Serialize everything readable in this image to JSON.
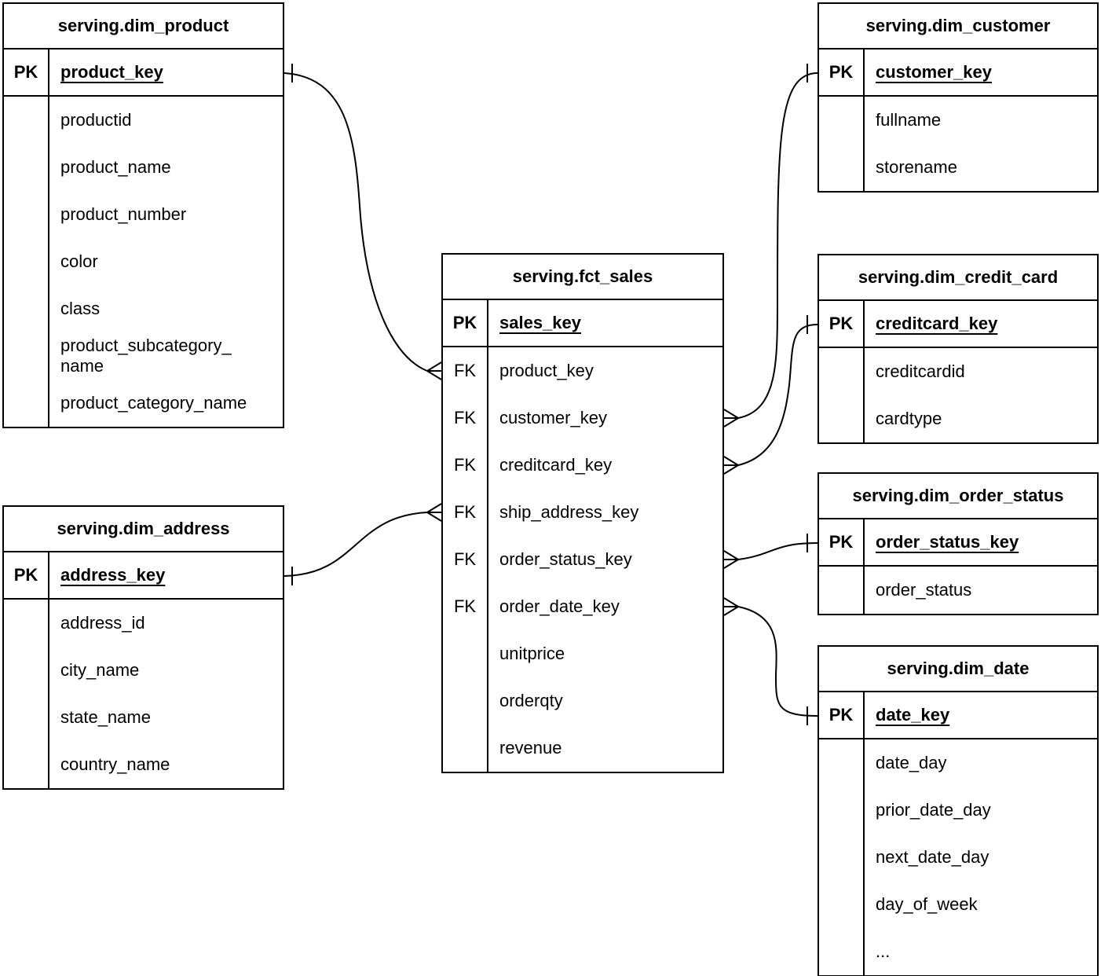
{
  "tables": {
    "dim_product": {
      "title": "serving.dim_product",
      "pk_badge": "PK",
      "pk_field": "product_key",
      "rows": [
        {
          "badge": "",
          "field": "productid"
        },
        {
          "badge": "",
          "field": "product_name"
        },
        {
          "badge": "",
          "field": "product_number"
        },
        {
          "badge": "",
          "field": "color"
        },
        {
          "badge": "",
          "field": "class"
        },
        {
          "badge": "",
          "field": "product_subcategory_\nname"
        },
        {
          "badge": "",
          "field": "product_category_name"
        }
      ]
    },
    "dim_customer": {
      "title": "serving.dim_customer",
      "pk_badge": "PK",
      "pk_field": "customer_key",
      "rows": [
        {
          "badge": "",
          "field": "fullname"
        },
        {
          "badge": "",
          "field": "storename"
        }
      ]
    },
    "fct_sales": {
      "title": "serving.fct_sales",
      "pk_badge": "PK",
      "pk_field": "sales_key",
      "rows": [
        {
          "badge": "FK",
          "field": "product_key"
        },
        {
          "badge": "FK",
          "field": "customer_key"
        },
        {
          "badge": "FK",
          "field": "creditcard_key"
        },
        {
          "badge": "FK",
          "field": "ship_address_key"
        },
        {
          "badge": "FK",
          "field": "order_status_key"
        },
        {
          "badge": "FK",
          "field": "order_date_key"
        },
        {
          "badge": "",
          "field": "unitprice"
        },
        {
          "badge": "",
          "field": "orderqty"
        },
        {
          "badge": "",
          "field": "revenue"
        }
      ]
    },
    "dim_credit_card": {
      "title": "serving.dim_credit_card",
      "pk_badge": "PK",
      "pk_field": "creditcard_key",
      "rows": [
        {
          "badge": "",
          "field": "creditcardid"
        },
        {
          "badge": "",
          "field": "cardtype"
        }
      ]
    },
    "dim_order_status": {
      "title": "serving.dim_order_status",
      "pk_badge": "PK",
      "pk_field": "order_status_key",
      "rows": [
        {
          "badge": "",
          "field": "order_status"
        }
      ]
    },
    "dim_date": {
      "title": "serving.dim_date",
      "pk_badge": "PK",
      "pk_field": "date_key",
      "rows": [
        {
          "badge": "",
          "field": "date_day"
        },
        {
          "badge": "",
          "field": "prior_date_day"
        },
        {
          "badge": "",
          "field": "next_date_day"
        },
        {
          "badge": "",
          "field": "day_of_week"
        },
        {
          "badge": "",
          "field": "..."
        }
      ]
    },
    "dim_address": {
      "title": "serving.dim_address",
      "pk_badge": "PK",
      "pk_field": "address_key",
      "rows": [
        {
          "badge": "",
          "field": "address_id"
        },
        {
          "badge": "",
          "field": "city_name"
        },
        {
          "badge": "",
          "field": "state_name"
        },
        {
          "badge": "",
          "field": "country_name"
        }
      ]
    }
  },
  "relationships": [
    {
      "one_side": "serving.dim_product.product_key",
      "many_side": "serving.fct_sales.product_key"
    },
    {
      "one_side": "serving.dim_customer.customer_key",
      "many_side": "serving.fct_sales.customer_key"
    },
    {
      "one_side": "serving.dim_credit_card.creditcard_key",
      "many_side": "serving.fct_sales.creditcard_key"
    },
    {
      "one_side": "serving.dim_address.address_key",
      "many_side": "serving.fct_sales.ship_address_key"
    },
    {
      "one_side": "serving.dim_order_status.order_status_key",
      "many_side": "serving.fct_sales.order_status_key"
    },
    {
      "one_side": "serving.dim_date.date_key",
      "many_side": "serving.fct_sales.order_date_key"
    }
  ]
}
